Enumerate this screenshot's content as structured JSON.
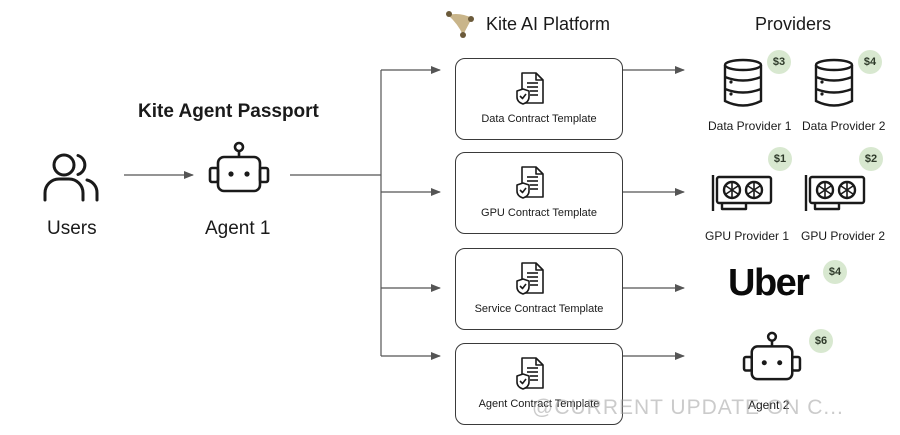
{
  "diagram": {
    "users_label": "Users",
    "passport_title": "Kite Agent Passport",
    "agent1_label": "Agent 1",
    "platform_title": "Kite AI Platform",
    "providers_header": "Providers",
    "templates": [
      {
        "label": "Data Contract Template"
      },
      {
        "label": "GPU Contract Template"
      },
      {
        "label": "Service Contract Template"
      },
      {
        "label": "Agent Contract Template"
      }
    ],
    "providers": {
      "data_provider_1": {
        "label": "Data Provider 1",
        "price": "$3"
      },
      "data_provider_2": {
        "label": "Data Provider 2",
        "price": "$4"
      },
      "gpu_provider_1": {
        "label": "GPU Provider 1",
        "price": "$1"
      },
      "gpu_provider_2": {
        "label": "GPU Provider 2",
        "price": "$2"
      },
      "uber": {
        "logo_text": "Uber",
        "price": "$4"
      },
      "agent_2": {
        "label": "Agent 2",
        "price": "$6"
      }
    },
    "watermark": "@CURRENT UPDATE ON C..."
  },
  "colors": {
    "line": "#555555",
    "badge_bg": "#d8e8d0",
    "logo_accent": "#c9b58a"
  },
  "icons": [
    "users-icon",
    "robot-icon",
    "kite-logo-icon",
    "document-shield-icon",
    "database-icon",
    "gpu-card-icon"
  ]
}
